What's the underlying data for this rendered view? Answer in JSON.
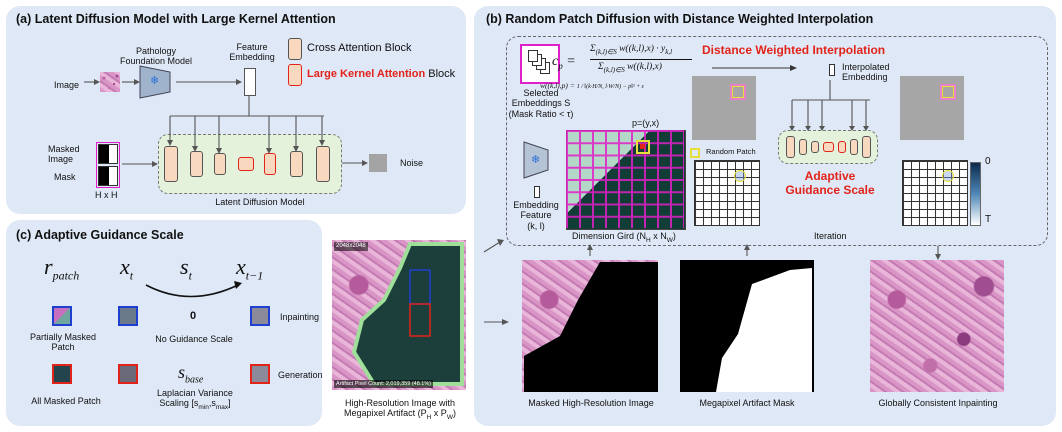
{
  "panel_a": {
    "title": "(a) Latent Diffusion Model with Large Kernel Attention",
    "pathology_model": "Pathology\nFoundation Model",
    "feature_embedding": "Feature\nEmbedding",
    "image_label": "Image",
    "legend_cross": "Cross Attention Block",
    "legend_lka_red": "Large Kernel Attention",
    "legend_lka_rest": " Block",
    "masked_image": "Masked\nImage",
    "mask_label": "Mask",
    "hxh": "H x H",
    "noise": "Noise",
    "ldm_caption": "Latent Diffusion Model"
  },
  "panel_b": {
    "title": "(b) Random Patch Diffusion with Distance Weighted Interpolation",
    "dwi_title": "Distance Weighted Interpolation",
    "selected_embeddings": "Selected\nEmbeddings S\n(Mask Ratio < τ)",
    "p_label": "p=(y,x)",
    "embedding_feature": "Embedding\nFeature\n(k, l)",
    "dimension_grid": "Dimension Gird (N",
    "dimension_grid_h": "H",
    "dimension_grid_x": " x N",
    "dimension_grid_w": "W",
    "dimension_grid_end": ")",
    "random_patch": "Random Patch",
    "interpolated_embedding": "Interpolated\nEmbedding",
    "adaptive_guidance": "Adaptive\nGuidance Scale",
    "iteration": "Iteration",
    "scale_top": "0",
    "scale_bottom": "T",
    "caption_masked": "Masked High-Resolution Image",
    "caption_mask": "Megapixel Artifact Mask",
    "caption_inpaint": "Globally Consistent Inpainting",
    "formula_cp": "c",
    "formula_w": "w((k,l),p) ="
  },
  "panel_c": {
    "title": "(c) Adaptive Guidance Scale",
    "r_patch": "r",
    "r_patch_sub": "patch",
    "x_t": "x",
    "x_t_sub": "t",
    "s_t": "s",
    "s_t_sub": "t",
    "x_t1": "x",
    "x_t1_sub": "t−1",
    "zero": "0",
    "partially_masked": "Partially Masked\nPatch",
    "no_guidance": "No Guidance Scale",
    "inpainting": "Inpainting",
    "all_masked": "All Masked Patch",
    "s_base": "s",
    "s_base_sub": "base",
    "laplacian": "Laplacian Variance\nScaling [s",
    "laplacian_min": "min",
    "laplacian_mid": ",s",
    "laplacian_max": "max",
    "laplacian_end": "]",
    "generation": "Generation"
  },
  "hires": {
    "size_tag": "2048x2048",
    "count_tag": "Artifact Pixel Count: 2,019,359 (48.1%)",
    "caption_1": "High-Resolution Image with",
    "caption_2": "Megapixel Artifact (P",
    "caption_h": "H",
    "caption_x": " x P",
    "caption_w": "W",
    "caption_end": ")"
  },
  "colors": {
    "panel_bg": "#dfe8f6",
    "block_fill": "#f8d9bf",
    "lka_border": "#e2231a",
    "ldm_box_fill": "#e4f2dc",
    "magenta": "#e020c8",
    "inpaint_blue": "#1f3fcf",
    "generation_red": "#e2231a"
  }
}
